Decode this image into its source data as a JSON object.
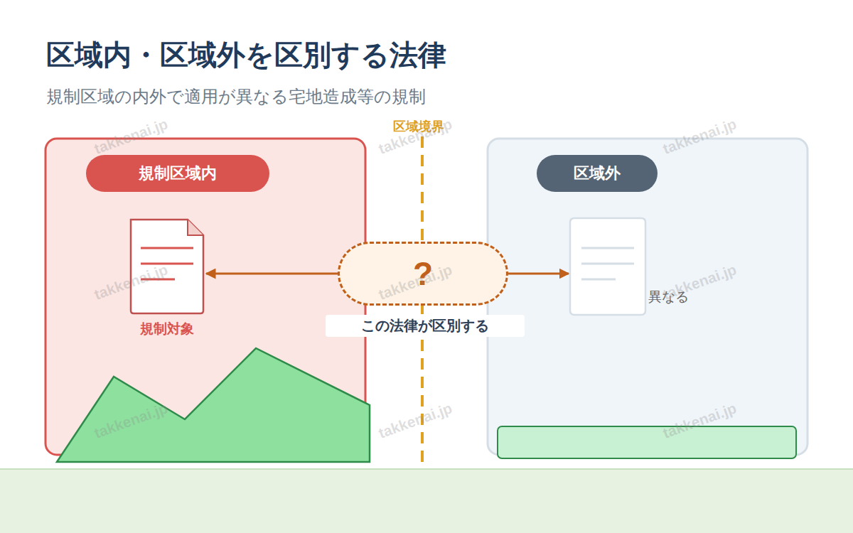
{
  "diagram": {
    "title": "区域内・区域外を区別する法律",
    "caption": "規制区域の内外で適用が異なる宅地造成等の規制",
    "nodes": [
      {
        "text": [
          "規制区域内"
        ]
      },
      {
        "text": [
          "規制対象"
        ],
        "in": 0
      },
      {
        "text": [
          "?",
          "この法律が区別する"
        ]
      },
      {
        "text": [
          "区域外"
        ]
      },
      {
        "text": [
          "異なる"
        ],
        "in": 3
      }
    ],
    "edges": [
      {
        "from": 2,
        "to": 1,
        "arrow": "to"
      },
      {
        "from": 2,
        "to": 4,
        "arrow": "to"
      }
    ],
    "labels": [
      "区域境界",
      "takkenai.jp",
      "takkenai.jp",
      "takkenai.jp",
      "takkenai.jp",
      "takkenai.jp",
      "takkenai.jp",
      "takkenai.jp",
      "takkenai.jp",
      "takkenai.jp"
    ]
  }
}
